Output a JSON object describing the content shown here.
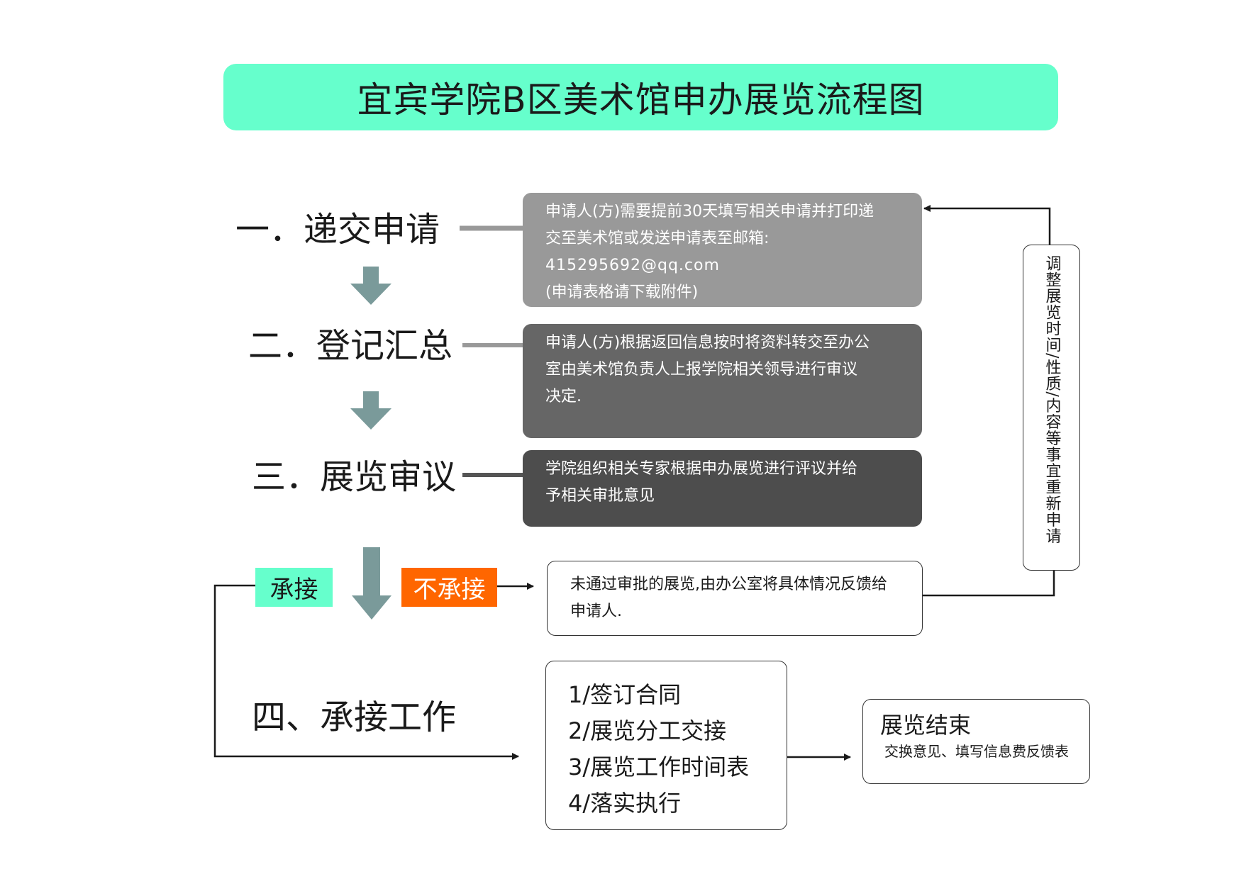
{
  "title": "宜宾学院B区美术馆申办展览流程图",
  "colors": {
    "banner": "#66ffcc",
    "step1_box": "#999999",
    "step2_box": "#666666",
    "step3_box": "#4d4d4d",
    "arrow": "#7a9a9a",
    "accept_tag": "#66ffcc",
    "reject_tag": "#ff6600",
    "line": "#1a1a1a"
  },
  "steps": [
    {
      "label": "一．递交申请",
      "lines": [
        "申请人(方)需要提前30天填写相关申请并打印递",
        "交至美术馆或发送申请表至邮箱:",
        "415295692@qq.com",
        "(申请表格请下载附件)"
      ]
    },
    {
      "label": "二．登记汇总",
      "lines": [
        "申请人(方)根据返回信息按时将资料转交至办公",
        "室由美术馆负责人上报学院相关领导进行审议",
        "决定."
      ]
    },
    {
      "label": "三．展览审议",
      "lines": [
        "学院组织相关专家根据申办展览进行评议并给",
        "予相关审批意见"
      ]
    }
  ],
  "decision": {
    "accept": "承接",
    "reject": "不承接"
  },
  "reject_box": {
    "lines": [
      "未通过审批的展览,由办公室将具体情况反馈给",
      "申请人."
    ]
  },
  "resubmit_note": "调整展览时间/性质/内容等事宜重新申请",
  "step4": {
    "label": "四、承接工作",
    "items": [
      "1/签订合同",
      "2/展览分工交接",
      "3/展览工作时间表",
      "4/落实执行"
    ]
  },
  "end_box": {
    "title": "展览结束",
    "subtitle": "交换意见、填写信息费反馈表"
  }
}
